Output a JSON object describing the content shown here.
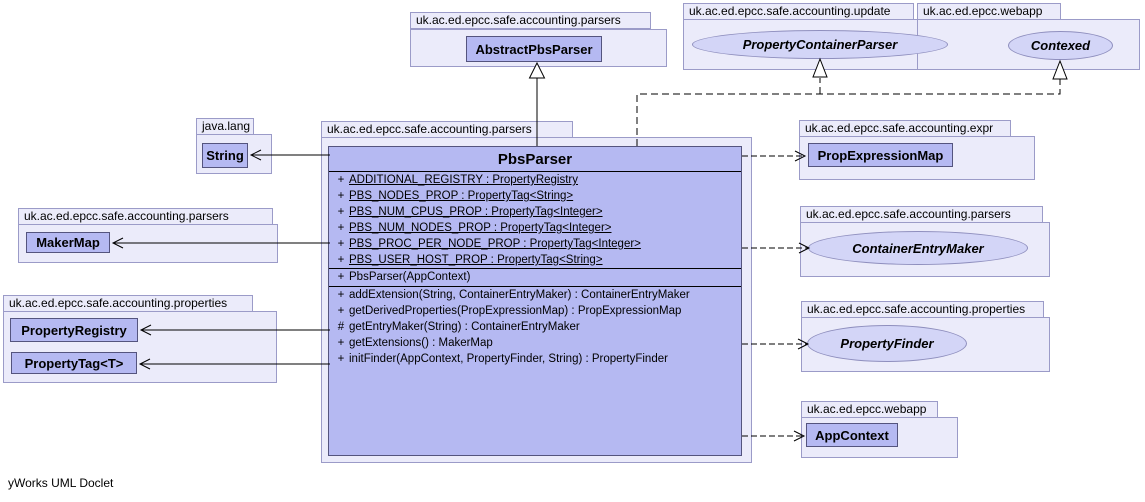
{
  "footer": "yWorks UML Doclet",
  "colors": {
    "package_fill": "#ebebfa",
    "package_border": "#9b9bc8",
    "class_fill": "#b5b9f2",
    "class_border": "#54547e",
    "interface_fill": "#d3d5f7",
    "interface_border": "#8f8fbe",
    "line_color": "#000000",
    "text_color": "#000000",
    "bg": "#ffffff"
  },
  "main": {
    "package": "uk.ac.ed.epcc.safe.accounting.parsers",
    "name": "PbsParser",
    "fields": [
      {
        "vis": "+",
        "text": "ADDITIONAL_REGISTRY : PropertyRegistry",
        "static": true
      },
      {
        "vis": "+",
        "text": "PBS_NODES_PROP : PropertyTag<String>",
        "static": true
      },
      {
        "vis": "+",
        "text": "PBS_NUM_CPUS_PROP : PropertyTag<Integer>",
        "static": true
      },
      {
        "vis": "+",
        "text": "PBS_NUM_NODES_PROP : PropertyTag<Integer>",
        "static": true
      },
      {
        "vis": "+",
        "text": "PBS_PROC_PER_NODE_PROP : PropertyTag<Integer>",
        "static": true
      },
      {
        "vis": "+",
        "text": "PBS_USER_HOST_PROP : PropertyTag<String>",
        "static": true
      }
    ],
    "constructors": [
      {
        "vis": "+",
        "text": "PbsParser(AppContext)"
      }
    ],
    "methods": [
      {
        "vis": "+",
        "text": "addExtension(String, ContainerEntryMaker) : ContainerEntryMaker"
      },
      {
        "vis": "+",
        "text": "getDerivedProperties(PropExpressionMap) : PropExpressionMap"
      },
      {
        "vis": "#",
        "text": "getEntryMaker(String) : ContainerEntryMaker"
      },
      {
        "vis": "+",
        "text": "getExtensions() : MakerMap"
      },
      {
        "vis": "+",
        "text": "initFinder(AppContext, PropertyFinder, String) : PropertyFinder"
      }
    ]
  },
  "nodes": {
    "abstract_pbs_parser": {
      "package": "uk.ac.ed.epcc.safe.accounting.parsers",
      "name": "AbstractPbsParser",
      "kind": "class"
    },
    "property_container_parser": {
      "package": "uk.ac.ed.epcc.safe.accounting.update",
      "name": "PropertyContainerParser",
      "kind": "interface"
    },
    "contexed": {
      "package": "uk.ac.ed.epcc.webapp",
      "name": "Contexed",
      "kind": "interface"
    },
    "string": {
      "package": "java.lang",
      "name": "String",
      "kind": "class"
    },
    "maker_map": {
      "package": "uk.ac.ed.epcc.safe.accounting.parsers",
      "name": "MakerMap",
      "kind": "class"
    },
    "property_registry": {
      "package": "uk.ac.ed.epcc.safe.accounting.properties",
      "name": "PropertyRegistry",
      "kind": "class"
    },
    "property_tag": {
      "package": "uk.ac.ed.epcc.safe.accounting.properties",
      "name": "PropertyTag<T>",
      "kind": "class"
    },
    "prop_expression_map": {
      "package": "uk.ac.ed.epcc.safe.accounting.expr",
      "name": "PropExpressionMap",
      "kind": "class"
    },
    "container_entry_maker": {
      "package": "uk.ac.ed.epcc.safe.accounting.parsers",
      "name": "ContainerEntryMaker",
      "kind": "interface"
    },
    "property_finder": {
      "package": "uk.ac.ed.epcc.safe.accounting.properties",
      "name": "PropertyFinder",
      "kind": "interface"
    },
    "app_context": {
      "package": "uk.ac.ed.epcc.webapp",
      "name": "AppContext",
      "kind": "class"
    }
  },
  "edges": [
    {
      "from": "PbsParser",
      "to": "AbstractPbsParser",
      "type": "extends"
    },
    {
      "from": "PbsParser",
      "to": "PropertyContainerParser",
      "type": "implements"
    },
    {
      "from": "PbsParser",
      "to": "Contexed",
      "type": "implements"
    },
    {
      "from": "PbsParser",
      "to": "String",
      "type": "association"
    },
    {
      "from": "PbsParser",
      "to": "MakerMap",
      "type": "association"
    },
    {
      "from": "PbsParser",
      "to": "PropertyRegistry",
      "type": "association"
    },
    {
      "from": "PbsParser",
      "to": "PropertyTag<T>",
      "type": "association"
    },
    {
      "from": "PbsParser",
      "to": "PropExpressionMap",
      "type": "dependency"
    },
    {
      "from": "PbsParser",
      "to": "ContainerEntryMaker",
      "type": "dependency"
    },
    {
      "from": "PbsParser",
      "to": "PropertyFinder",
      "type": "dependency"
    },
    {
      "from": "PbsParser",
      "to": "AppContext",
      "type": "dependency"
    }
  ]
}
